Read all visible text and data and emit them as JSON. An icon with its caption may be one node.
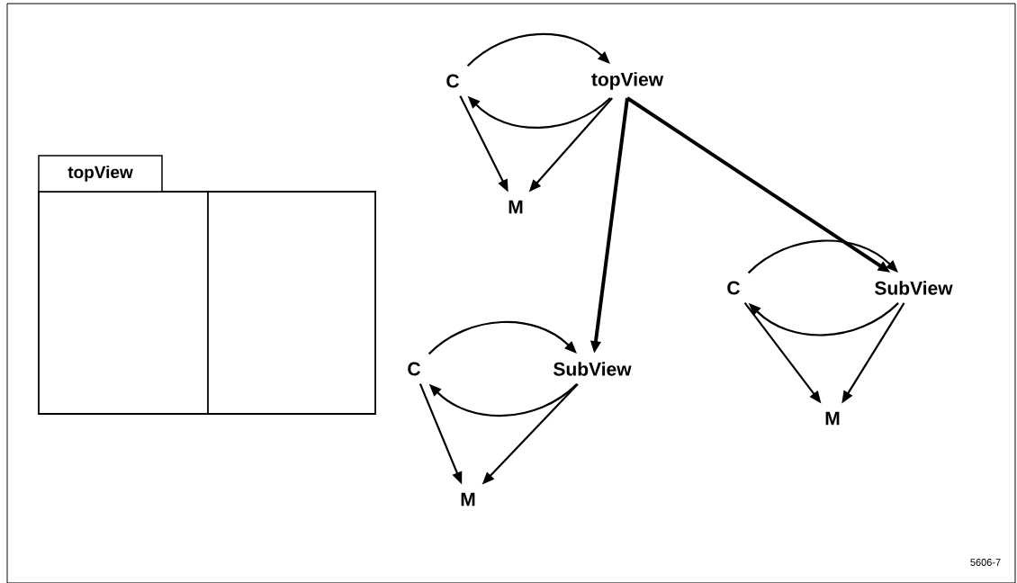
{
  "diagram": {
    "nodes": [
      {
        "text": [
          "topView"
        ]
      },
      {
        "text": [
          "C"
        ]
      },
      {
        "text": [
          "topView"
        ]
      },
      {
        "text": [
          "M"
        ]
      },
      {
        "text": [
          "C"
        ]
      },
      {
        "text": [
          "SubView"
        ]
      },
      {
        "text": [
          "M"
        ]
      },
      {
        "text": [
          "C"
        ]
      },
      {
        "text": [
          "SubView"
        ]
      },
      {
        "text": [
          "M"
        ]
      }
    ],
    "edges": [
      {
        "from": 1,
        "to": 2,
        "arrow": "to"
      },
      {
        "from": 2,
        "to": 1,
        "arrow": "to"
      },
      {
        "from": 1,
        "to": 3,
        "arrow": "to"
      },
      {
        "from": 2,
        "to": 3,
        "arrow": "to"
      },
      {
        "from": 2,
        "to": 5,
        "arrow": "to",
        "style": "thick"
      },
      {
        "from": 2,
        "to": 8,
        "arrow": "to",
        "style": "thick"
      },
      {
        "from": 4,
        "to": 5,
        "arrow": "to"
      },
      {
        "from": 5,
        "to": 4,
        "arrow": "to"
      },
      {
        "from": 4,
        "to": 6,
        "arrow": "to"
      },
      {
        "from": 5,
        "to": 6,
        "arrow": "to"
      },
      {
        "from": 7,
        "to": 8,
        "arrow": "to"
      },
      {
        "from": 8,
        "to": 7,
        "arrow": "to"
      },
      {
        "from": 7,
        "to": 9,
        "arrow": "to"
      },
      {
        "from": 8,
        "to": 9,
        "arrow": "to"
      }
    ],
    "labels": [
      "5606-7"
    ]
  }
}
